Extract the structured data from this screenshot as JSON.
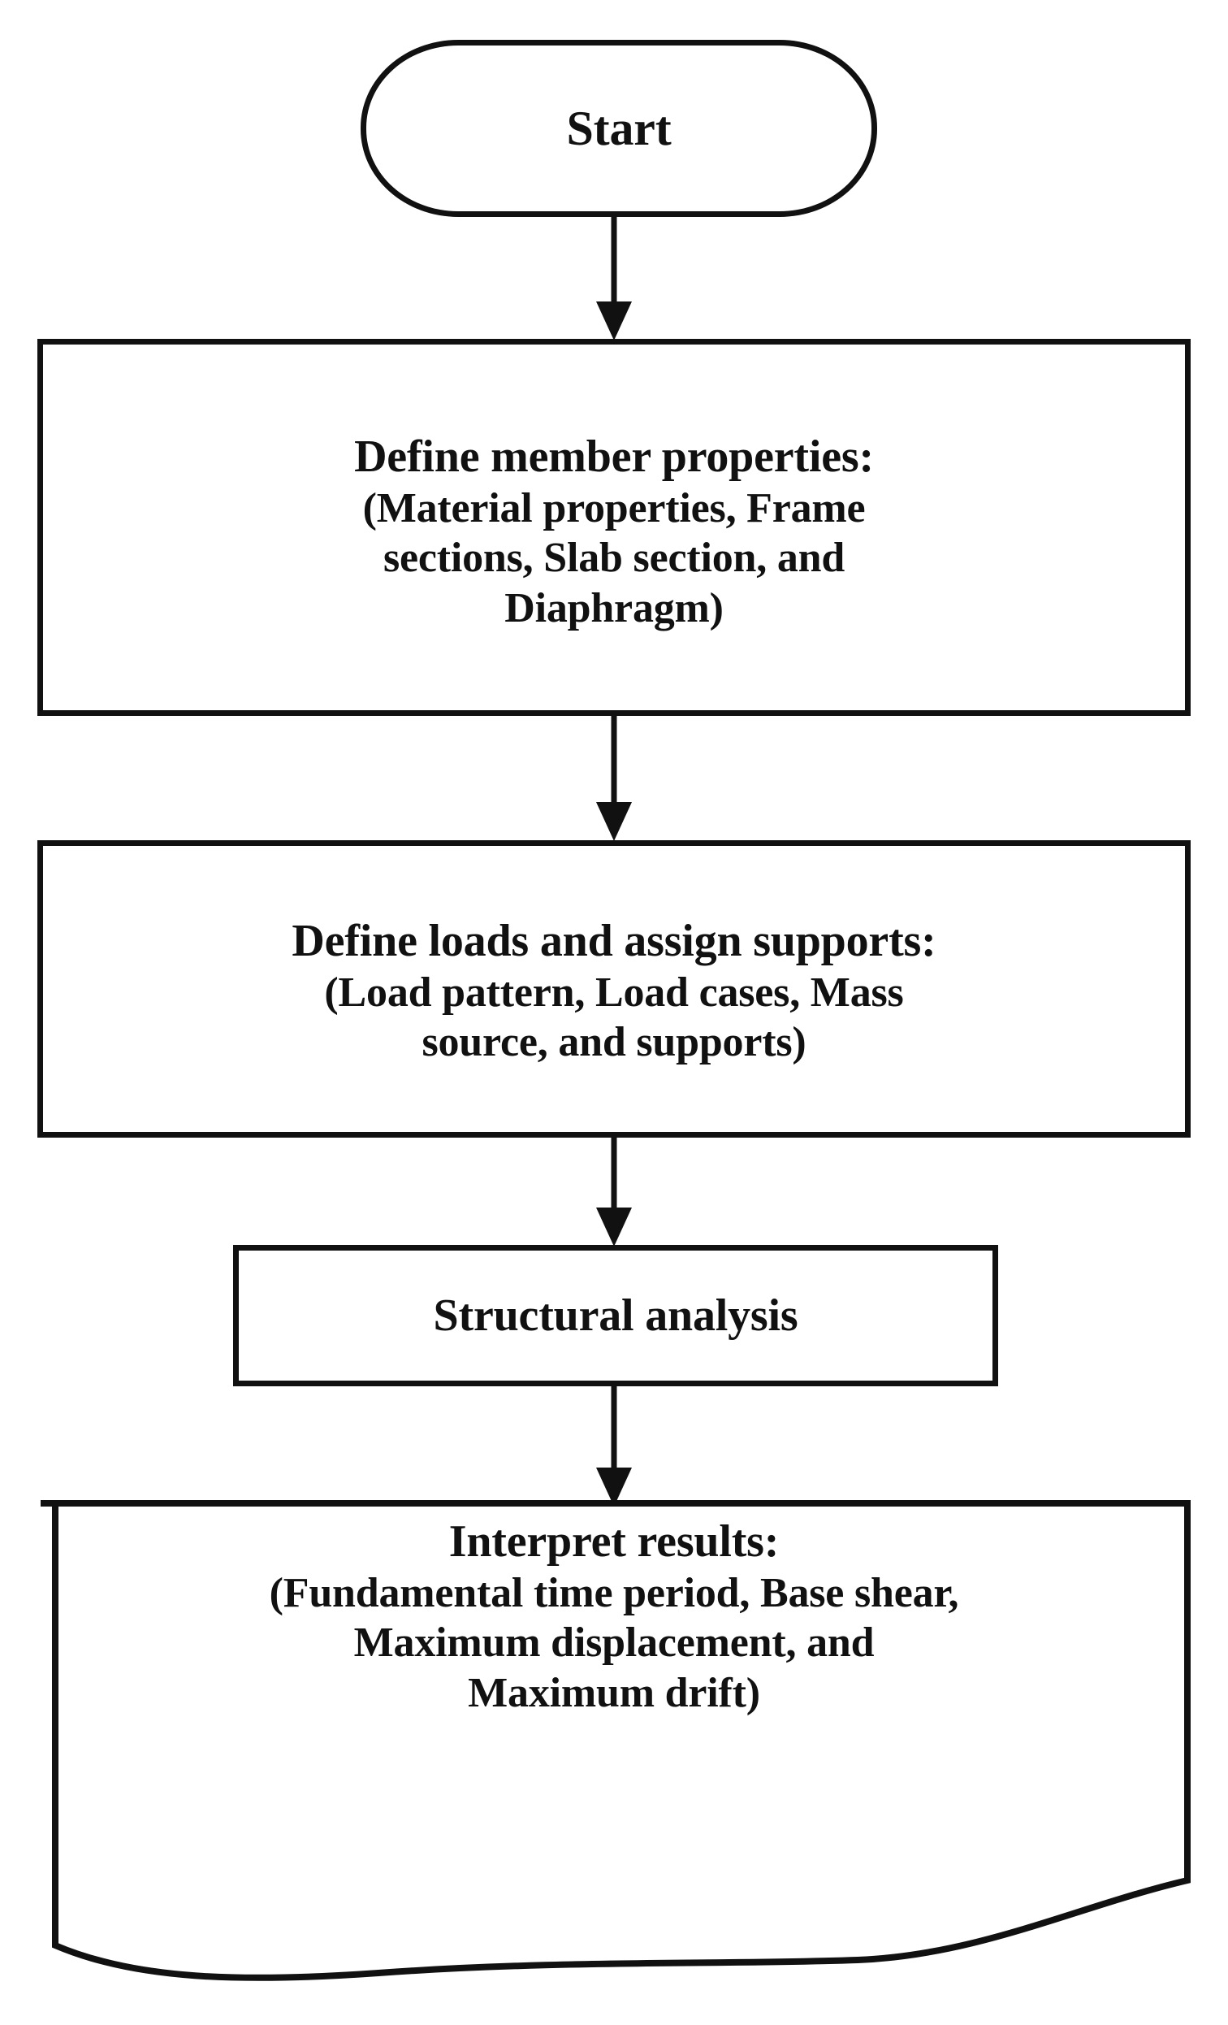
{
  "diagram": {
    "title": "Structural analysis workflow flowchart",
    "background_color": "#ffffff",
    "stroke_color": "#111111",
    "nodes": [
      {
        "id": "start",
        "shape": "terminator",
        "lines": [
          "Start"
        ]
      },
      {
        "id": "member-properties",
        "shape": "process",
        "heading": "Define member properties:",
        "detail_lines": [
          "(Material properties, Frame",
          "sections, Slab section, and",
          "Diaphragm)"
        ]
      },
      {
        "id": "loads-supports",
        "shape": "process",
        "heading": "Define loads and assign supports:",
        "detail_lines": [
          "(Load pattern, Load cases, Mass",
          "source, and supports)"
        ]
      },
      {
        "id": "structural-analysis",
        "shape": "process",
        "lines": [
          "Structural analysis"
        ]
      },
      {
        "id": "interpret-results",
        "shape": "document",
        "heading": "Interpret results:",
        "detail_lines": [
          "(Fundamental time period, Base shear,",
          "Maximum displacement, and",
          "Maximum drift)"
        ]
      }
    ],
    "connectors": [
      {
        "id": "start-to-member-properties",
        "from": "start",
        "to": "member-properties",
        "label": ""
      },
      {
        "id": "member-properties-to-loads",
        "from": "member-properties",
        "to": "loads-supports",
        "label": ""
      },
      {
        "id": "loads-to-analysis",
        "from": "loads-supports",
        "to": "structural-analysis",
        "label": ""
      },
      {
        "id": "analysis-to-results",
        "from": "structural-analysis",
        "to": "interpret-results",
        "label": ""
      }
    ]
  }
}
